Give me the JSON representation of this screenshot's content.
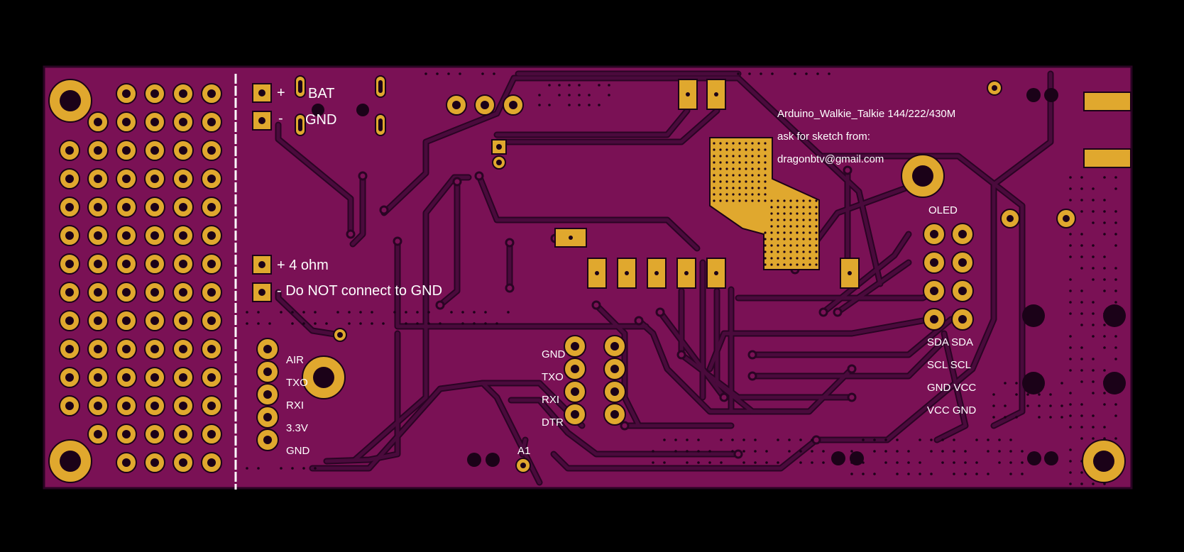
{
  "board": {
    "colors": {
      "background": "#000000",
      "substrate": "#7a1155",
      "copper": "#e0a82e",
      "trace": "#4a0a3c",
      "silkscreen": "#ffffff",
      "drill": "#1b0218"
    }
  },
  "labels": {
    "bat_plus": "+",
    "bat": "BAT",
    "bat_minus": "-",
    "gnd": "GND",
    "spk_plus": "+ 4 ohm",
    "spk_minus": "- Do NOT connect to GND",
    "left_pins": [
      "AIR",
      "TXO",
      "RXI",
      "3.3V",
      "GND"
    ],
    "prog_pins": [
      "GND",
      "TXO",
      "RXI",
      "DTR"
    ],
    "a1": "A1",
    "title": "Arduino_Walkie_Talkie  144/222/430M",
    "ask": "ask for sketch from:",
    "email": "dragonbtv@gmail.com",
    "oled": "OLED",
    "oled_pins": [
      "SDA SDA",
      "SCL SCL",
      "GND VCC",
      "VCC GND"
    ]
  }
}
